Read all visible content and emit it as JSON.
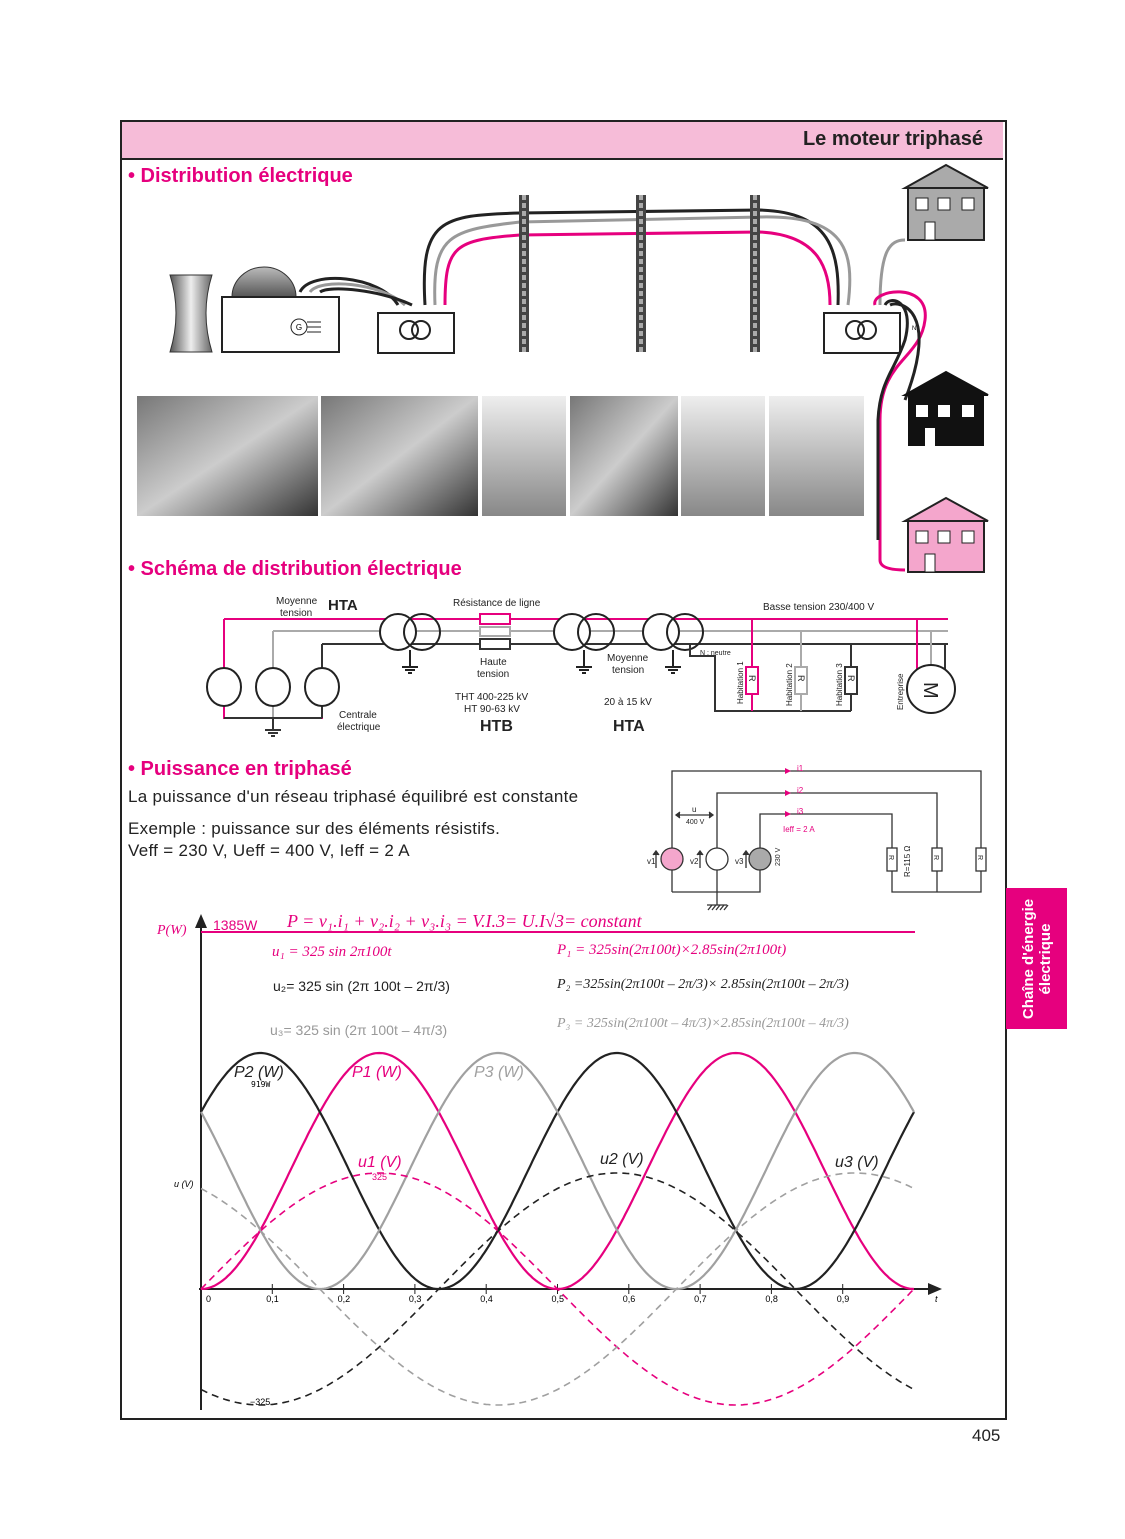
{
  "header": {
    "title": "Le moteur triphasé"
  },
  "sections": {
    "distribution": "• Distribution électrique",
    "schema": "• Schéma de distribution électrique",
    "puissance": "• Puissance en triphasé"
  },
  "illustration": {
    "generator_label": "G",
    "neutral_label": "N"
  },
  "schema": {
    "moyenne_tension_1": "Moyenne",
    "moyenne_tension_2": "tension",
    "hta_left": "HTA",
    "resistance_ligne": "Résistance de ligne",
    "haute_1": "Haute",
    "haute_2": "tension",
    "moyenne2_1": "Moyenne",
    "moyenne2_2": "tension",
    "basse_tension": "Basse tension 230/400 V",
    "neutre": "N : neutre",
    "centrale_1": "Centrale",
    "centrale_2": "électrique",
    "tht": "THT 400-225 kV",
    "ht": "HT 90-63 kV",
    "htb": "HTB",
    "range_hta": "20 à 15 kV",
    "hta_right": "HTA",
    "loads": [
      "Habitation 1",
      "Habitation 2",
      "Habitation 3"
    ],
    "resistor": "R",
    "entreprise": "Entreprise",
    "motor": "M"
  },
  "puissance": {
    "line1": "La puissance d'un réseau triphasé équilibré est constante",
    "line2": "Exemple :  puissance sur des éléments résistifs.",
    "line3": "Veff = 230 V,    Ueff = 400 V,     Ieff = 2 A"
  },
  "circuit": {
    "i1": "i1",
    "i2": "i2",
    "i3": "i3",
    "u": "u",
    "u_value": "400 V",
    "ieff": "Ieff = 2 A",
    "v1": "v1",
    "v2": "v2",
    "v3": "v3",
    "v_value": "230 V",
    "r": "R",
    "r_value": "R=115 Ω"
  },
  "formulas": {
    "p_total": "P = v₁.i₁ + v₂.i₂ + v₃.i₃ = V.I.3= U.I√3= constant",
    "u1": "u₁ = 325 sin 2π100t",
    "u2": "u₂= 325 sin (2π 100t – 2π/3)",
    "u3": "u₃= 325 sin (2π 100t – 4π/3)",
    "p1": "P₁ = 325sin(2π100t)×2.85sin(2π100t)",
    "p2": "P₂ =325sin(2π100t – 2π/3)× 2.85sin(2π100t – 2π/3)",
    "p3": "P₃ = 325sin(2π100t – 4π/3)×2.85sin(2π100t – 4π/3)"
  },
  "chart_data": {
    "type": "line",
    "xlabel": "t",
    "ylabel_power": "P(W)",
    "ylabel_voltage": "u (V)",
    "x_ticks": [
      "0",
      "0,1",
      "0,2",
      "0,3",
      "0,4",
      "0,5",
      "0,6",
      "0,7",
      "0,8",
      "0,9"
    ],
    "xlim": [
      0,
      1
    ],
    "constant_power": {
      "value": 1385,
      "label": "1385W"
    },
    "power_peak_label": "919W",
    "voltage_peak_label": "325",
    "voltage_trough_label": "−325",
    "series": [
      {
        "name": "P1 (W)",
        "kind": "power",
        "peak": 919,
        "phase_deg": 0,
        "color": "#e6007e"
      },
      {
        "name": "P2 (W)",
        "kind": "power",
        "peak": 919,
        "phase_deg": 120,
        "color": "#222222"
      },
      {
        "name": "P3 (W)",
        "kind": "power",
        "peak": 919,
        "phase_deg": 240,
        "color": "#a0a0a0"
      },
      {
        "name": "u1 (V)",
        "kind": "voltage",
        "amplitude": 325,
        "phase_deg": 0,
        "color": "#e6007e"
      },
      {
        "name": "u2 (V)",
        "kind": "voltage",
        "amplitude": 325,
        "phase_deg": 120,
        "color": "#222222"
      },
      {
        "name": "u3 (V)",
        "kind": "voltage",
        "amplitude": 325,
        "phase_deg": 240,
        "color": "#a0a0a0"
      }
    ]
  },
  "side_tab": {
    "line1": "Chaîne d'énergie",
    "line2": "électrique"
  },
  "page_number": "405",
  "colors": {
    "accent": "#e6007e",
    "header_bg": "#f6bcd8",
    "gray": "#a0a0a0",
    "dark": "#222222"
  }
}
